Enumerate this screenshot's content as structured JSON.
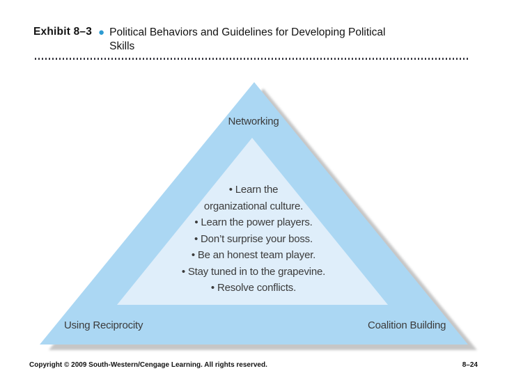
{
  "slide": {
    "header": {
      "exhibit_label": "Exhibit 8–3",
      "bullet_glyph": "●",
      "title": "Political Behaviors and Guidelines for Developing Political\nSkills"
    },
    "diagram": {
      "top_label": "Networking",
      "bottom_left_label": "Using Reciprocity",
      "bottom_right_label": "Coalition Building",
      "guidelines": [
        "• Learn the\norganizational culture.",
        "• Learn the power players.",
        "• Don’t surprise your boss.",
        "• Be an honest team player.",
        "• Stay tuned in to the grapevine.",
        "• Resolve conflicts."
      ],
      "colors": {
        "outer_triangle_fill": "#abd7f3",
        "inner_triangle_fill": "#dfeefa",
        "shadow_fill": "#c6c6c6",
        "label_text": "#3b3b3b"
      }
    },
    "footer": {
      "copyright": "Copyright © 2009 South-Western/Cengage Learning. All rights reserved.",
      "page_number": "8–24"
    },
    "accent_color": "#2d9bd2"
  }
}
